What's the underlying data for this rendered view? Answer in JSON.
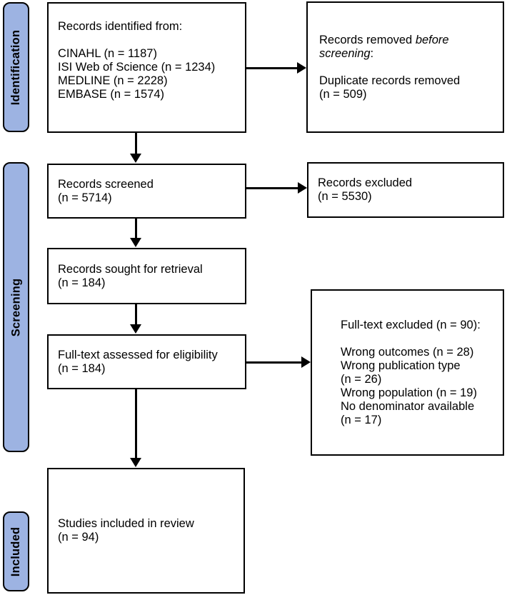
{
  "title": "PRISMA flow diagram",
  "colors": {
    "stage_fill": "#9db3e2",
    "box_border": "#000000",
    "text": "#000000",
    "background": "#ffffff"
  },
  "sidebar": {
    "labels": [
      {
        "id": "identification",
        "text": "Identification"
      },
      {
        "id": "screening",
        "text": "Screening"
      },
      {
        "id": "included",
        "text": "Included"
      }
    ]
  },
  "boxes": {
    "identified": {
      "lines": [
        [
          {
            "t": "Records identified from:"
          }
        ],
        [],
        [
          {
            "t": "CINAHL (n = 1187)"
          }
        ],
        [
          {
            "t": "ISI Web of Science (n = 1234)"
          }
        ],
        [
          {
            "t": "MEDLINE (n = 2228)"
          }
        ],
        [
          {
            "t": "EMBASE (n = 1574)"
          }
        ]
      ]
    },
    "removed": {
      "lines": [
        [
          {
            "t": "Records removed "
          },
          {
            "t": "before",
            "i": true
          }
        ],
        [
          {
            "t": "screening",
            "i": true
          },
          {
            "t": ":"
          }
        ],
        [],
        [
          {
            "t": "Duplicate records removed"
          }
        ],
        [
          {
            "t": "(n = 509)"
          }
        ]
      ]
    },
    "screened": {
      "lines": [
        [
          {
            "t": "Records screened"
          }
        ],
        [
          {
            "t": "(n = 5714)"
          }
        ]
      ]
    },
    "excluded": {
      "lines": [
        [
          {
            "t": "Records excluded"
          }
        ],
        [
          {
            "t": "(n = 5530)"
          }
        ]
      ]
    },
    "sought": {
      "lines": [
        [
          {
            "t": "Records sought for retrieval"
          }
        ],
        [
          {
            "t": "(n = 184)"
          }
        ]
      ]
    },
    "fulltext": {
      "lines": [
        [
          {
            "t": "Full-text assessed for eligibility"
          }
        ],
        [
          {
            "t": "(n = 184)"
          }
        ]
      ]
    },
    "fulltext_excluded": {
      "lines": [
        [
          {
            "t": "Full-text excluded (n = 90):"
          }
        ],
        [],
        [
          {
            "t": "Wrong outcomes (n = 28)"
          }
        ],
        [
          {
            "t": "Wrong publication type"
          }
        ],
        [
          {
            "t": "(n = 26)"
          }
        ],
        [
          {
            "t": "Wrong population (n = 19)"
          }
        ],
        [
          {
            "t": "No denominator available"
          }
        ],
        [
          {
            "t": "(n = 17)"
          }
        ]
      ]
    },
    "included": {
      "lines": [
        [
          {
            "t": "Studies included in review"
          }
        ],
        [
          {
            "t": "(n = 94)"
          }
        ]
      ]
    }
  }
}
